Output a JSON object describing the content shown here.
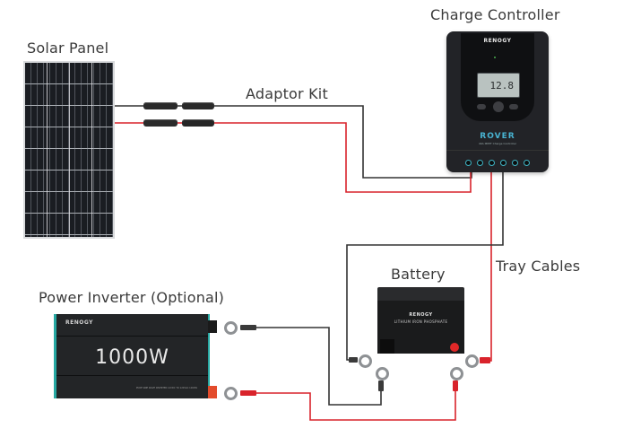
{
  "diagram": {
    "title": "Solar system wiring diagram",
    "labels": {
      "solar_panel": "Solar Panel",
      "adaptor_kit": "Adaptor Kit",
      "charge_controller": "Charge Controller",
      "battery": "Battery",
      "tray_cables": "Tray Cables",
      "power_inverter": "Power Inverter (Optional)"
    },
    "charge_controller": {
      "brand": "RENOGY",
      "model": "ROVER",
      "subtitle": "40A MPPT Charge Controller",
      "lcd_value": "12.8",
      "terminal_count": 6
    },
    "battery": {
      "brand": "RENOGY",
      "model": "LITHIUM IRON PHOSPHATE"
    },
    "inverter": {
      "brand": "RENOGY",
      "power_rating": "1000W",
      "fineprint": "PURE SINE WAVE INVERTER 12VDC TO 120VAC 1000W"
    },
    "colors": {
      "wire_positive": "#d9232b",
      "wire_negative": "#333333",
      "accent_teal": "#27a9a3",
      "rover_blue": "#48b3d1",
      "label_text": "#3a3a3a"
    },
    "connections": [
      {
        "from": "Solar Panel",
        "to": "Charge Controller",
        "via": "Adaptor Kit",
        "polarity": "negative"
      },
      {
        "from": "Solar Panel",
        "to": "Charge Controller",
        "via": "Adaptor Kit",
        "polarity": "positive"
      },
      {
        "from": "Charge Controller",
        "to": "Battery",
        "via": "Tray Cables",
        "polarity": "positive"
      },
      {
        "from": "Charge Controller",
        "to": "Battery",
        "via": "Tray Cables",
        "polarity": "negative"
      },
      {
        "from": "Battery",
        "to": "Power Inverter (Optional)",
        "polarity": "negative"
      },
      {
        "from": "Battery",
        "to": "Power Inverter (Optional)",
        "polarity": "positive"
      }
    ]
  }
}
